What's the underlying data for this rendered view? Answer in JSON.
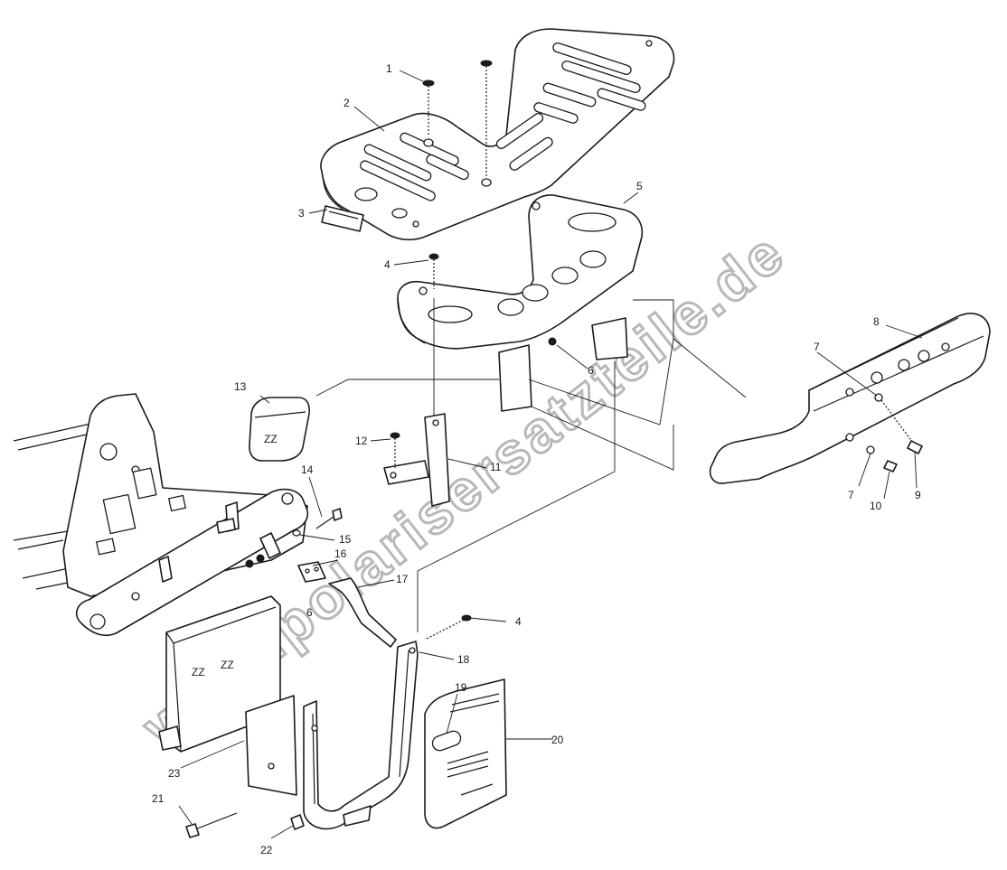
{
  "watermark": "www.polarisersatzteile.de",
  "callouts": [
    {
      "id": "c1",
      "label": "1"
    },
    {
      "id": "c2",
      "label": "2"
    },
    {
      "id": "c3",
      "label": "3"
    },
    {
      "id": "c4a",
      "label": "4"
    },
    {
      "id": "c5",
      "label": "5"
    },
    {
      "id": "c6a",
      "label": "6"
    },
    {
      "id": "c7a",
      "label": "7"
    },
    {
      "id": "c8",
      "label": "8"
    },
    {
      "id": "c7b",
      "label": "7"
    },
    {
      "id": "c9",
      "label": "9"
    },
    {
      "id": "c10",
      "label": "10"
    },
    {
      "id": "c11",
      "label": "11"
    },
    {
      "id": "c12",
      "label": "12"
    },
    {
      "id": "c13",
      "label": "13"
    },
    {
      "id": "c14",
      "label": "14"
    },
    {
      "id": "c15",
      "label": "15"
    },
    {
      "id": "c16",
      "label": "16"
    },
    {
      "id": "c17",
      "label": "17"
    },
    {
      "id": "c6b",
      "label": "6"
    },
    {
      "id": "c4b",
      "label": "4"
    },
    {
      "id": "c18",
      "label": "18"
    },
    {
      "id": "c19",
      "label": "19"
    },
    {
      "id": "c20",
      "label": "20"
    },
    {
      "id": "c23",
      "label": "23"
    },
    {
      "id": "c21",
      "label": "21"
    },
    {
      "id": "c22",
      "label": "22"
    }
  ]
}
